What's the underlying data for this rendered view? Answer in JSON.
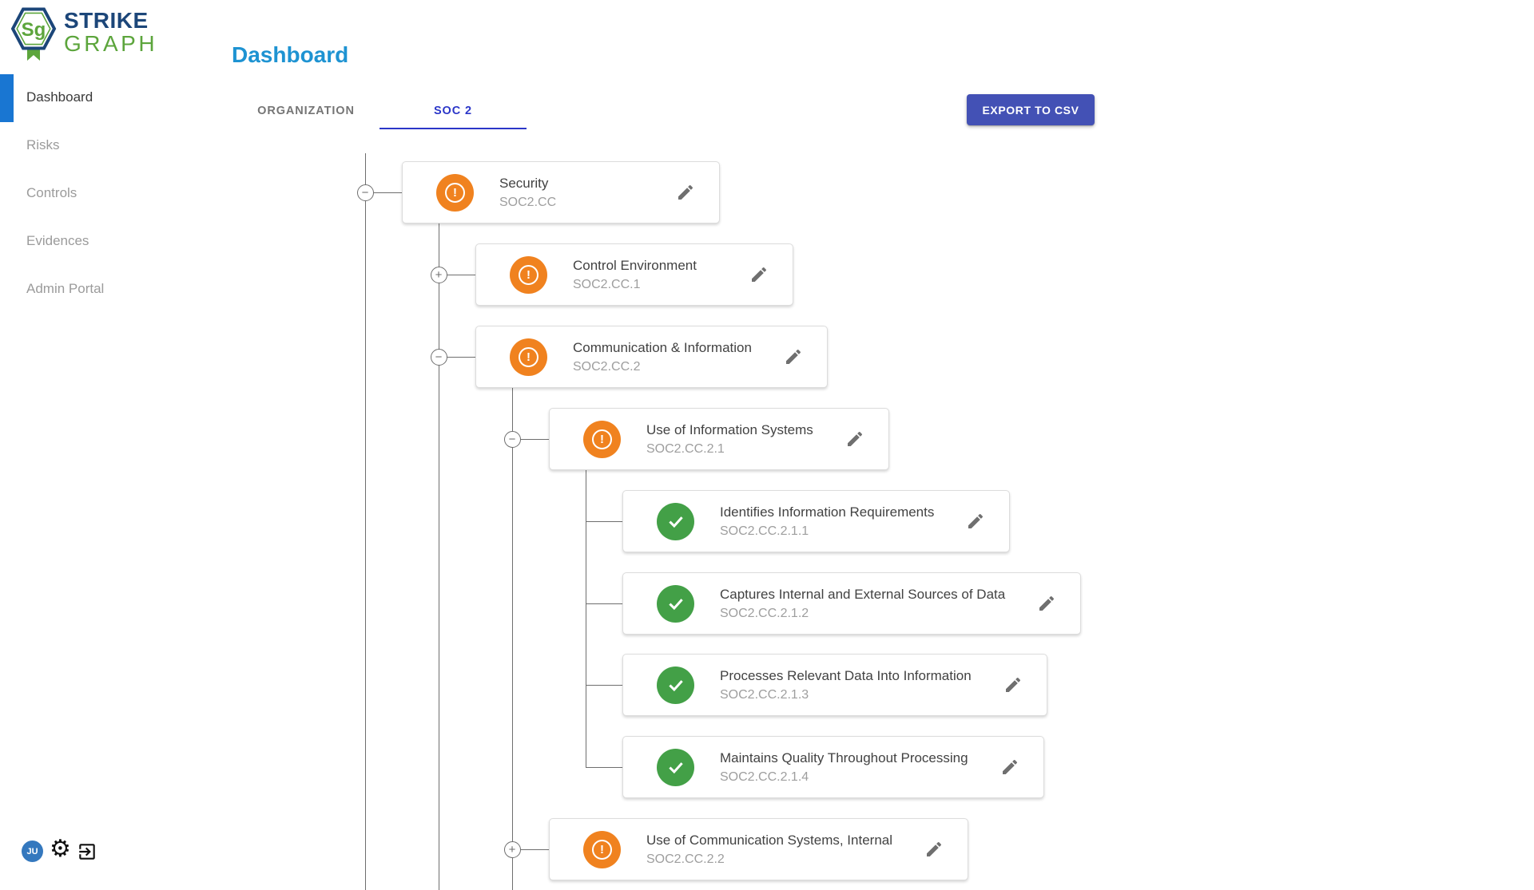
{
  "brand": {
    "monogram": "Sg",
    "name_line1": "STRIKE",
    "name_line2": "GRAPH"
  },
  "header": {
    "title": "Dashboard"
  },
  "sidebar": {
    "items": [
      {
        "label": "Dashboard",
        "active": true
      },
      {
        "label": "Risks",
        "active": false
      },
      {
        "label": "Controls",
        "active": false
      },
      {
        "label": "Evidences",
        "active": false
      },
      {
        "label": "Admin Portal",
        "active": false
      }
    ]
  },
  "tabs": [
    {
      "label": "ORGANIZATION",
      "active": false
    },
    {
      "label": "SOC 2",
      "active": true
    }
  ],
  "toolbar": {
    "export_label": "EXPORT TO CSV"
  },
  "tree": {
    "nodes": [
      {
        "title": "Security",
        "code": "SOC2.CC",
        "status": "warning",
        "toggle": "minus",
        "level": 1,
        "row": 0
      },
      {
        "title": "Control Environment",
        "code": "SOC2.CC.1",
        "status": "warning",
        "toggle": "plus",
        "level": 2,
        "row": 1
      },
      {
        "title": "Communication & Information",
        "code": "SOC2.CC.2",
        "status": "warning",
        "toggle": "minus",
        "level": 2,
        "row": 2
      },
      {
        "title": "Use of Information Systems",
        "code": "SOC2.CC.2.1",
        "status": "warning",
        "toggle": "minus",
        "level": 3,
        "row": 3
      },
      {
        "title": "Identifies Information Requirements",
        "code": "SOC2.CC.2.1.1",
        "status": "complete",
        "toggle": "none",
        "level": 4,
        "row": 4
      },
      {
        "title": "Captures Internal and External Sources of Data",
        "code": "SOC2.CC.2.1.2",
        "status": "complete",
        "toggle": "none",
        "level": 4,
        "row": 5
      },
      {
        "title": "Processes Relevant Data Into Information",
        "code": "SOC2.CC.2.1.3",
        "status": "complete",
        "toggle": "none",
        "level": 4,
        "row": 6
      },
      {
        "title": "Maintains Quality Throughout Processing",
        "code": "SOC2.CC.2.1.4",
        "status": "complete",
        "toggle": "none",
        "level": 4,
        "row": 7
      },
      {
        "title": "Use of Communication Systems, Internal",
        "code": "SOC2.CC.2.2",
        "status": "warning",
        "toggle": "plus",
        "level": 3,
        "row": 8
      }
    ]
  },
  "footer": {
    "avatar_initials": "JU"
  },
  "icons": {
    "edit": "pencil-icon",
    "warning": "exclamation-circle-icon",
    "complete": "check-circle-icon",
    "collapse": "minus-circle-icon",
    "expand": "plus-circle-icon",
    "settings": "gear-icon",
    "logout": "exit-icon"
  },
  "colors": {
    "status_warning": "#F0821F",
    "status_complete": "#43A047",
    "page_title_blue": "#1E93D2",
    "tab_active": "#2B36C8",
    "export_button": "#4351B5",
    "sidebar_active_bar": "#1976D2",
    "avatar_blue": "#3478BE",
    "brand_navy": "#1C4679",
    "brand_green": "#5CA53C",
    "connector_gray": "#6e6e6e"
  }
}
